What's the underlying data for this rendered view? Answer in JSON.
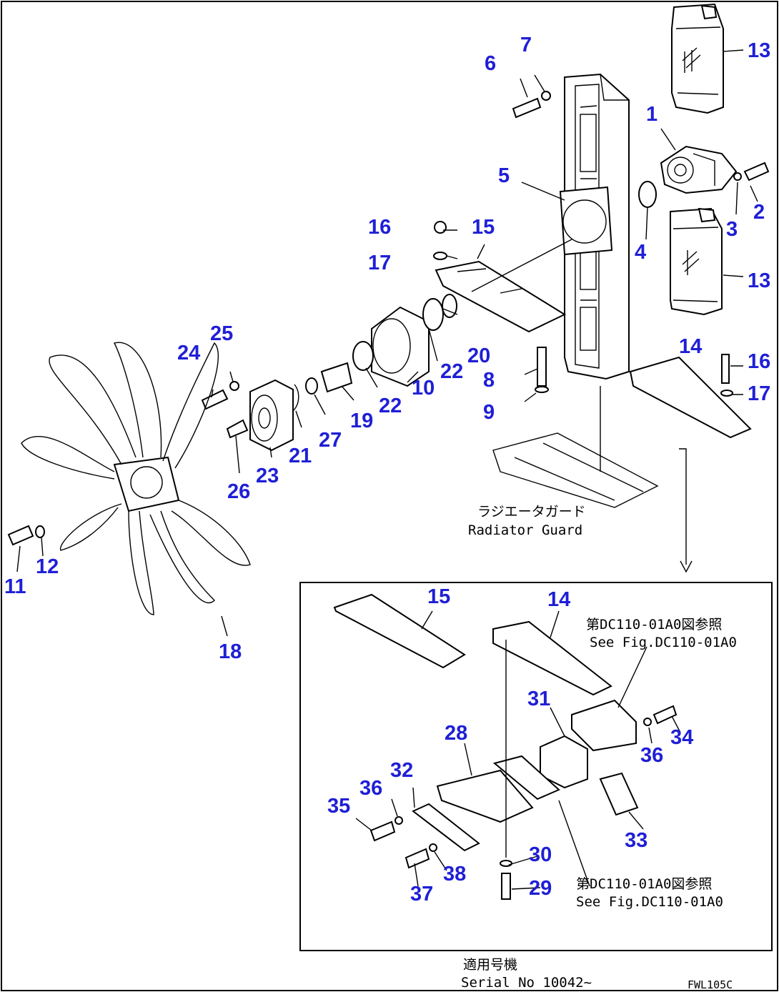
{
  "callouts": [
    "1",
    "2",
    "3",
    "4",
    "5",
    "6",
    "7",
    "8",
    "9",
    "10",
    "11",
    "12",
    "13",
    "13",
    "14",
    "15",
    "16",
    "16",
    "17",
    "17",
    "18",
    "19",
    "20",
    "21",
    "22",
    "22",
    "23",
    "24",
    "25",
    "26",
    "27",
    "15",
    "14",
    "31",
    "28",
    "32",
    "36",
    "35",
    "34",
    "36",
    "33",
    "30",
    "38",
    "29",
    "37"
  ],
  "labels": {
    "radiator_guard_jp": "ラジエータガード",
    "radiator_guard_en": "Radiator Guard",
    "see_fig_top_jp": "第DC110-01A0図参照",
    "see_fig_top_en": "See Fig.DC110-01A0",
    "see_fig_bottom_jp": "第DC110-01A0図参照",
    "see_fig_bottom_en": "See Fig.DC110-01A0",
    "serial_jp": "適用号機",
    "serial_en": "Serial No 10042~",
    "drawing_code": "FWL105C"
  }
}
